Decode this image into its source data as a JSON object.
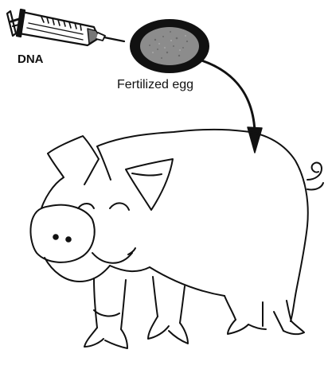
{
  "labels": {
    "dna": "DNA",
    "egg": "Fertilized egg"
  },
  "colors": {
    "ink": "#111111",
    "egg_fill": "#8c8c8c",
    "background": "#ffffff"
  },
  "icons": {
    "syringe": "syringe-icon",
    "egg": "fertilized-egg-icon",
    "pig": "pig-illustration"
  }
}
